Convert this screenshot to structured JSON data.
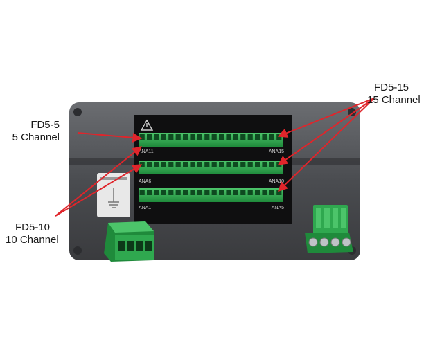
{
  "callouts": {
    "fd5_5": {
      "model": "FD5-5",
      "channels": "5 Channel"
    },
    "fd5_10": {
      "model": "FD5-10",
      "channels": "10 Channel"
    },
    "fd5_15": {
      "model": "FD5-15",
      "channels": "15 Channel"
    }
  },
  "panel": {
    "row_labels": [
      {
        "left": "ANA11",
        "right": "ANA15"
      },
      {
        "left": "ANA6",
        "right": "ANA10"
      },
      {
        "left": "ANA1",
        "right": "ANA5"
      }
    ]
  },
  "colors": {
    "arrow": "#e0252b",
    "terminal_green": "#2fa84f",
    "housing": "#4a4c50",
    "panel": "#0f0f10"
  }
}
